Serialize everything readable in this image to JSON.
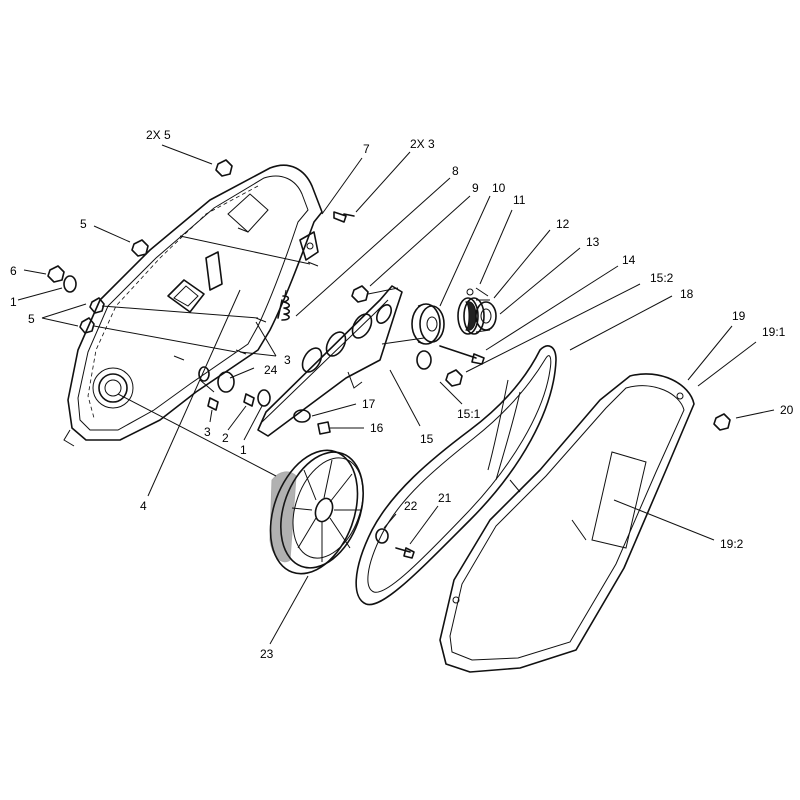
{
  "callouts": [
    {
      "id": "c-2x5",
      "text": "2X 5"
    },
    {
      "id": "c-7",
      "text": "7"
    },
    {
      "id": "c-2x3",
      "text": "2X 3"
    },
    {
      "id": "c-8",
      "text": "8"
    },
    {
      "id": "c-9",
      "text": "9"
    },
    {
      "id": "c-10",
      "text": "10"
    },
    {
      "id": "c-11",
      "text": "11"
    },
    {
      "id": "c-12",
      "text": "12"
    },
    {
      "id": "c-13",
      "text": "13"
    },
    {
      "id": "c-14",
      "text": "14"
    },
    {
      "id": "c-15-2",
      "text": "15:2"
    },
    {
      "id": "c-18",
      "text": "18"
    },
    {
      "id": "c-19",
      "text": "19"
    },
    {
      "id": "c-19-1",
      "text": "19:1"
    },
    {
      "id": "c-20",
      "text": "20"
    },
    {
      "id": "c-5a",
      "text": "5"
    },
    {
      "id": "c-6",
      "text": "6"
    },
    {
      "id": "c-1a",
      "text": "1"
    },
    {
      "id": "c-5b",
      "text": "5"
    },
    {
      "id": "c-3a",
      "text": "3"
    },
    {
      "id": "c-24",
      "text": "24"
    },
    {
      "id": "c-3b",
      "text": "3"
    },
    {
      "id": "c-2",
      "text": "2"
    },
    {
      "id": "c-1b",
      "text": "1"
    },
    {
      "id": "c-17",
      "text": "17"
    },
    {
      "id": "c-16",
      "text": "16"
    },
    {
      "id": "c-15",
      "text": "15"
    },
    {
      "id": "c-15-1",
      "text": "15:1"
    },
    {
      "id": "c-4",
      "text": "4"
    },
    {
      "id": "c-22",
      "text": "22"
    },
    {
      "id": "c-21",
      "text": "21"
    },
    {
      "id": "c-19-2",
      "text": "19:2"
    },
    {
      "id": "c-23",
      "text": "23"
    }
  ]
}
